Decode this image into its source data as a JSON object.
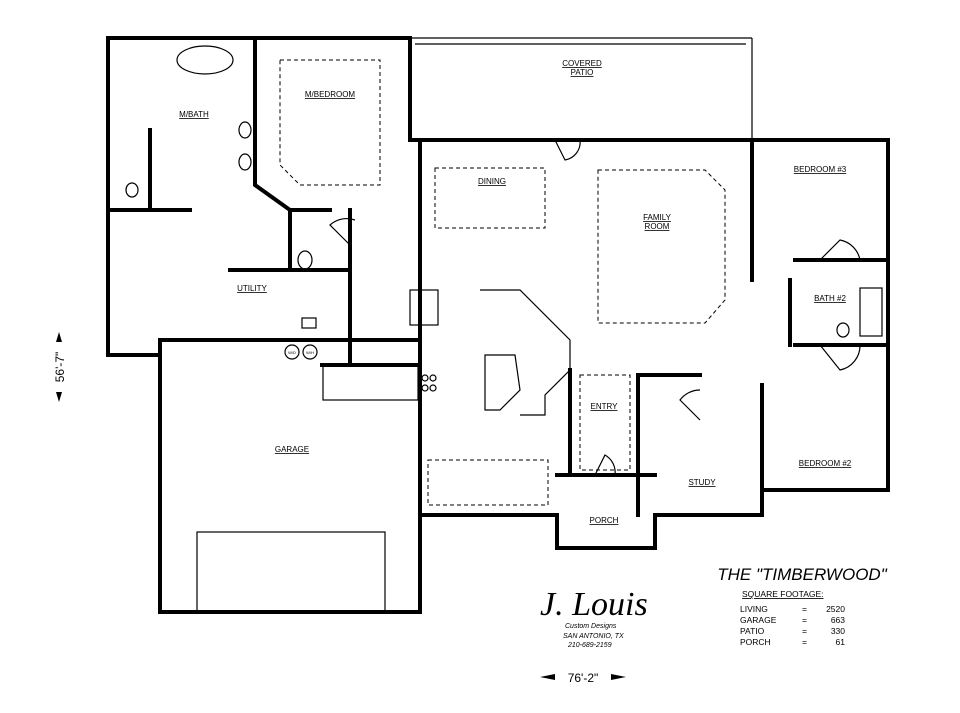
{
  "plan": {
    "title": "THE \"TIMBERWOOD\"",
    "rooms": {
      "covered_patio_1": "COVERED",
      "covered_patio_2": "PATIO",
      "m_bath": "M/BATH",
      "m_bedroom": "M/BEDROOM",
      "dining": "DINING",
      "family_room_1": "FAMILY",
      "family_room_2": "ROOM",
      "bedroom3": "BEDROOM #3",
      "bath2": "BATH #2",
      "utility": "UTILITY",
      "garage": "GARAGE",
      "entry": "ENTRY",
      "study": "STUDY",
      "bedroom2": "BEDROOM #2",
      "porch": "PORCH"
    },
    "appliances": {
      "washer": "W/D",
      "washer2": "W/H"
    },
    "dimensions": {
      "depth": "56'-7\"",
      "width": "76'-2\""
    }
  },
  "square_footage": {
    "heading": "SQUARE FOOTAGE:",
    "rows": [
      {
        "label": "LIVING",
        "eq": "=",
        "value": "2520"
      },
      {
        "label": "GARAGE",
        "eq": "=",
        "value": "663"
      },
      {
        "label": "PATIO",
        "eq": "=",
        "value": "330"
      },
      {
        "label": "PORCH",
        "eq": "=",
        "value": "61"
      }
    ]
  },
  "designer": {
    "logo": "J. Louis",
    "line1": "Custom Designs",
    "line2": "SAN ANTONIO, TX",
    "phone": "210-689-2159"
  }
}
